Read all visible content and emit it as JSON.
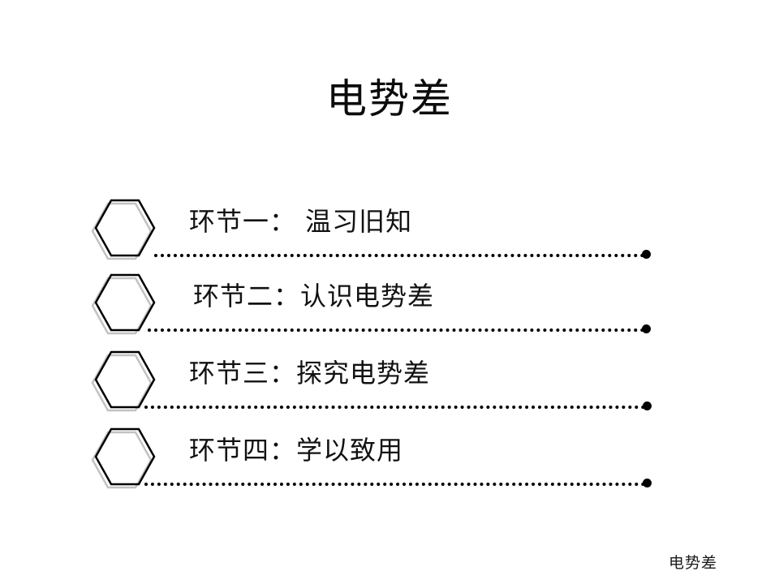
{
  "slide": {
    "title": "电势差",
    "background_color": "#ffffff",
    "text_color": "#111111",
    "bullet_outline_color": "#000000",
    "bullet_shadow_color": "#c0c0c0",
    "footer": "电势差",
    "agenda": [
      {
        "bullet": "hexagon-bullet-icon",
        "label": "环节一： 温习旧知"
      },
      {
        "bullet": "hexagon-bullet-icon",
        "label": "环节二：认识电势差"
      },
      {
        "bullet": "hexagon-bullet-icon",
        "label": "环节三：探究电势差"
      },
      {
        "bullet": "hexagon-bullet-icon",
        "label": "环节四：学以致用"
      }
    ]
  }
}
